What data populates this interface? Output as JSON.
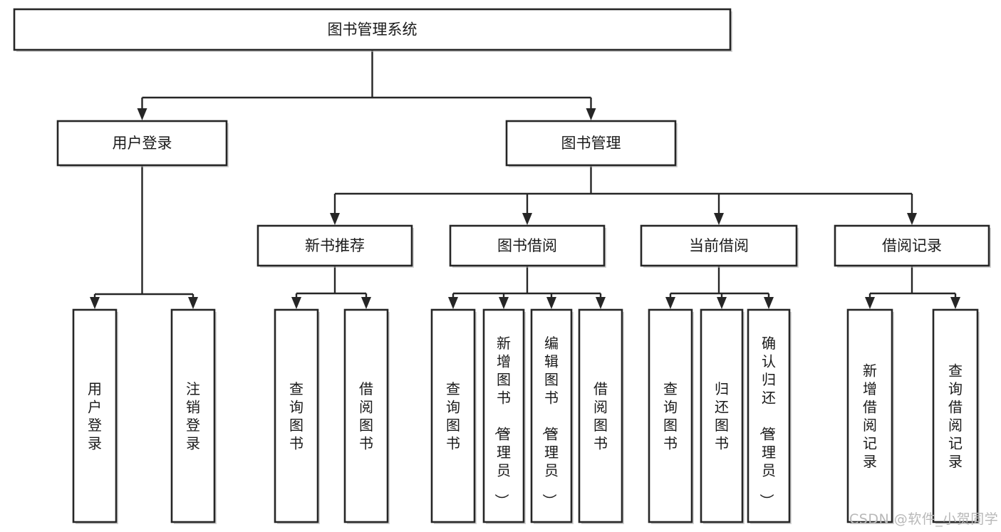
{
  "diagram": {
    "kind": "hierarchy-tree",
    "title_node": "图书管理系统",
    "watermark": "CSDN @软件_小贺同学",
    "colors": {
      "box_stroke": "#262626",
      "box_fill": "#ffffff",
      "text": "#1a1a1a",
      "shadow": "#b3b3b3",
      "watermark": "#b8b8b8",
      "background": "#ffffff"
    },
    "levels": {
      "level0": [
        {
          "id": "root",
          "label": "图书管理系统",
          "orientation": "horizontal"
        }
      ],
      "level1": [
        {
          "id": "user-login",
          "label": "用户登录",
          "orientation": "horizontal"
        },
        {
          "id": "book-manage",
          "label": "图书管理",
          "orientation": "horizontal"
        }
      ],
      "level2": [
        {
          "id": "new-book-rec",
          "label": "新书推荐",
          "orientation": "horizontal"
        },
        {
          "id": "book-borrow",
          "label": "图书借阅",
          "orientation": "horizontal"
        },
        {
          "id": "current-borrow",
          "label": "当前借阅",
          "orientation": "horizontal"
        },
        {
          "id": "borrow-record",
          "label": "借阅记录",
          "orientation": "horizontal"
        }
      ],
      "level3": [
        {
          "id": "leaf-user-login",
          "label": "用户登录",
          "orientation": "vertical",
          "parent": "user-login"
        },
        {
          "id": "leaf-logout",
          "label": "注销登录",
          "orientation": "vertical",
          "parent": "user-login"
        },
        {
          "id": "leaf-query-book-1",
          "label": "查询图书",
          "orientation": "vertical",
          "parent": "new-book-rec"
        },
        {
          "id": "leaf-borrow-book-1",
          "label": "借阅图书",
          "orientation": "vertical",
          "parent": "new-book-rec"
        },
        {
          "id": "leaf-query-book-2",
          "label": "查询图书",
          "orientation": "vertical",
          "parent": "book-borrow"
        },
        {
          "id": "leaf-add-book",
          "label": "新增图书（管理员）",
          "orientation": "vertical",
          "parent": "book-borrow"
        },
        {
          "id": "leaf-edit-book",
          "label": "编辑图书（管理员）",
          "orientation": "vertical",
          "parent": "book-borrow"
        },
        {
          "id": "leaf-borrow-book-2",
          "label": "借阅图书",
          "orientation": "vertical",
          "parent": "book-borrow"
        },
        {
          "id": "leaf-query-book-3",
          "label": "查询图书",
          "orientation": "vertical",
          "parent": "current-borrow"
        },
        {
          "id": "leaf-return-book",
          "label": "归还图书",
          "orientation": "vertical",
          "parent": "current-borrow"
        },
        {
          "id": "leaf-confirm-return",
          "label": "确认归还（管理员）",
          "orientation": "vertical",
          "parent": "current-borrow"
        },
        {
          "id": "leaf-add-record",
          "label": "新增借阅记录",
          "orientation": "vertical",
          "parent": "borrow-record"
        },
        {
          "id": "leaf-query-record",
          "label": "查询借阅记录",
          "orientation": "vertical",
          "parent": "borrow-record"
        }
      ]
    },
    "edges": [
      {
        "from": "root",
        "to": "user-login"
      },
      {
        "from": "root",
        "to": "book-manage"
      },
      {
        "from": "user-login",
        "to": "leaf-user-login"
      },
      {
        "from": "user-login",
        "to": "leaf-logout"
      },
      {
        "from": "book-manage",
        "to": "new-book-rec"
      },
      {
        "from": "book-manage",
        "to": "book-borrow"
      },
      {
        "from": "book-manage",
        "to": "current-borrow"
      },
      {
        "from": "book-manage",
        "to": "borrow-record"
      },
      {
        "from": "new-book-rec",
        "to": "leaf-query-book-1"
      },
      {
        "from": "new-book-rec",
        "to": "leaf-borrow-book-1"
      },
      {
        "from": "book-borrow",
        "to": "leaf-query-book-2"
      },
      {
        "from": "book-borrow",
        "to": "leaf-add-book"
      },
      {
        "from": "book-borrow",
        "to": "leaf-edit-book"
      },
      {
        "from": "book-borrow",
        "to": "leaf-borrow-book-2"
      },
      {
        "from": "current-borrow",
        "to": "leaf-query-book-3"
      },
      {
        "from": "current-borrow",
        "to": "leaf-return-book"
      },
      {
        "from": "current-borrow",
        "to": "leaf-confirm-return"
      },
      {
        "from": "borrow-record",
        "to": "leaf-add-record"
      },
      {
        "from": "borrow-record",
        "to": "leaf-query-record"
      }
    ]
  }
}
